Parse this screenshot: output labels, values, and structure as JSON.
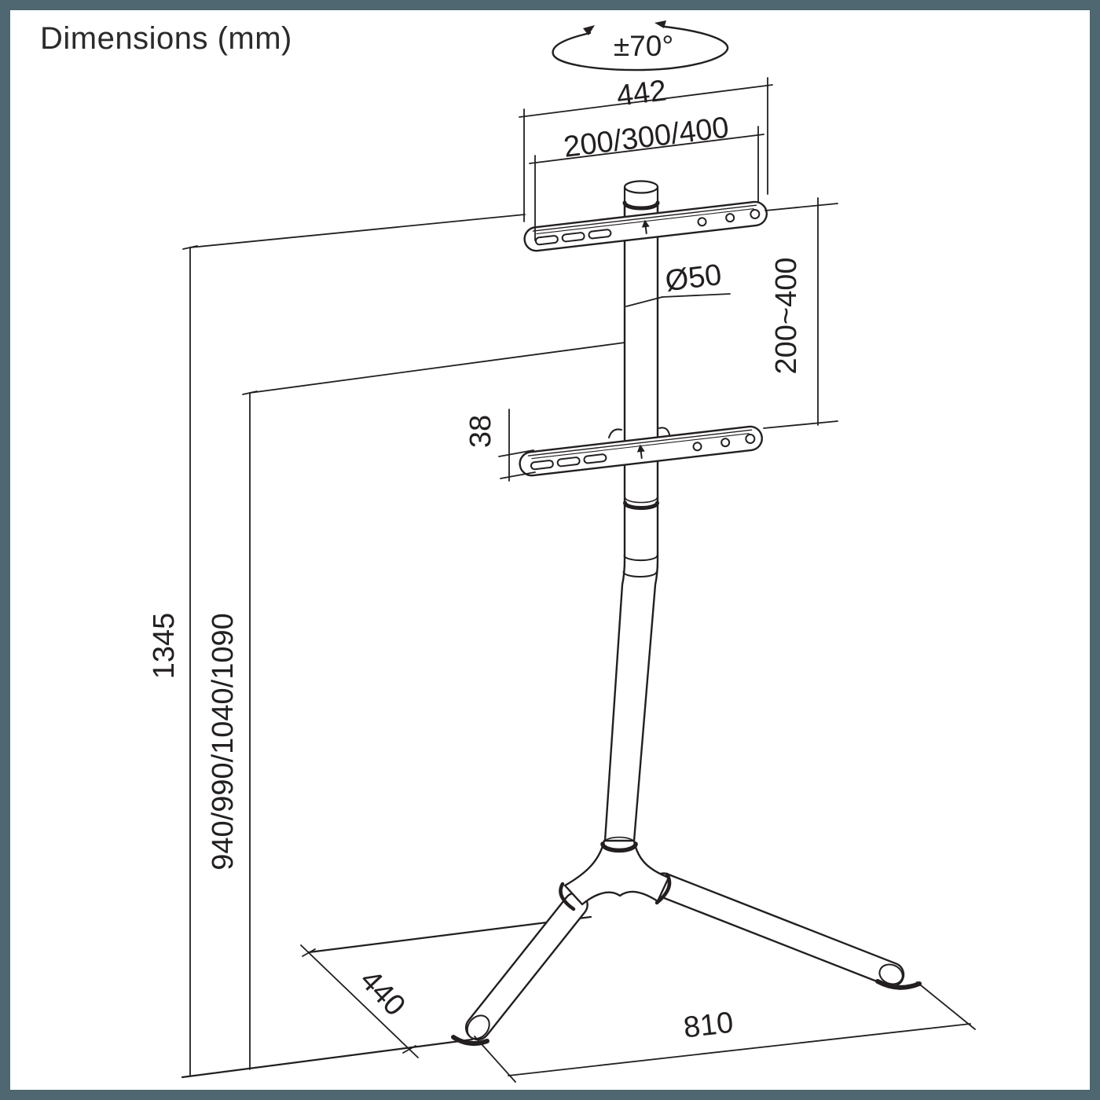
{
  "title": "Dimensions (mm)",
  "rotation": {
    "label": "±70°"
  },
  "dimensions": {
    "bracket_width": "442",
    "vesa_width_patterns": "200/300/400",
    "pole_diameter": "Ø50",
    "vesa_height_range": "200~400",
    "bracket_thickness": "38",
    "overall_height": "1345",
    "screen_center_heights": "940/990/1040/1090",
    "base_depth": "440",
    "base_width": "810"
  },
  "colors": {
    "line": "#231f20",
    "frame": "#4e6770",
    "background": "#ffffff"
  }
}
